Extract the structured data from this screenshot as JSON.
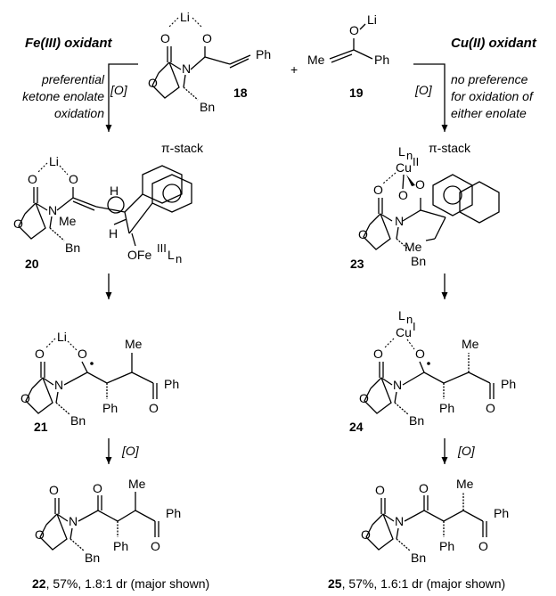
{
  "oxidants": {
    "left": {
      "title": "Fe(III) oxidant",
      "note": [
        "preferential",
        "ketone enolate",
        "oxidation"
      ],
      "step": "[O]"
    },
    "right": {
      "title": "Cu(II) oxidant",
      "note": [
        "no preference",
        "for oxidation of",
        "either enolate"
      ],
      "step": "[O]"
    }
  },
  "reactants": {
    "plus": "+",
    "c18": {
      "number": "18",
      "atoms": {
        "li": "Li",
        "o_carbonyl": "O",
        "o_enolate": "O",
        "n": "N",
        "o_ring": "O",
        "ph": "Ph",
        "bn": "Bn"
      }
    },
    "c19": {
      "number": "19",
      "atoms": {
        "o": "O",
        "li": "Li",
        "me": "Me",
        "ph": "Ph"
      }
    }
  },
  "left_path": {
    "c20": {
      "number": "20",
      "pi_stack": "π-stack",
      "atoms": {
        "li": "Li",
        "o1": "O",
        "o2": "O",
        "n": "N",
        "o_ring": "O",
        "me": "Me",
        "h1": "H",
        "h2": "H",
        "ofe": "OFe",
        "fe_sup": "III",
        "ln": "L",
        "ln_sub": "n",
        "bn": "Bn"
      }
    },
    "c21": {
      "number": "21",
      "atoms": {
        "li": "Li",
        "o1": "O",
        "o2": "O",
        "n": "N",
        "o_ring": "O",
        "me": "Me",
        "ph1": "Ph",
        "ph2": "Ph",
        "o_ketone": "O",
        "bn": "Bn"
      }
    },
    "c22": {
      "number": "22",
      "caption": ", 57%, 1.8:1 dr (major shown)",
      "atoms": {
        "o1": "O",
        "o2": "O",
        "n": "N",
        "o_ring": "O",
        "me": "Me",
        "ph1": "Ph",
        "ph2": "Ph",
        "o_ketone": "O",
        "bn": "Bn"
      }
    }
  },
  "right_path": {
    "c23": {
      "number": "23",
      "pi_stack": "π-stack",
      "atoms": {
        "ln": "L",
        "ln_sub": "n",
        "cu": "Cu",
        "cu_sup": "II",
        "o1": "O",
        "o2": "O",
        "o3": "O",
        "n": "N",
        "o_ring": "O",
        "me": "Me",
        "bn": "Bn"
      }
    },
    "c24": {
      "number": "24",
      "atoms": {
        "ln": "L",
        "ln_sub": "n",
        "cu": "Cu",
        "cu_sup": "I",
        "o1": "O",
        "o2": "O",
        "n": "N",
        "o_ring": "O",
        "me": "Me",
        "ph1": "Ph",
        "ph2": "Ph",
        "o_ketone": "O",
        "bn": "Bn"
      }
    },
    "c25": {
      "number": "25",
      "caption": ", 57%, 1.6:1 dr (major shown)",
      "atoms": {
        "o1": "O",
        "o2": "O",
        "n": "N",
        "o_ring": "O",
        "me": "Me",
        "ph1": "Ph",
        "ph2": "Ph",
        "o_ketone": "O",
        "bn": "Bn"
      }
    }
  }
}
